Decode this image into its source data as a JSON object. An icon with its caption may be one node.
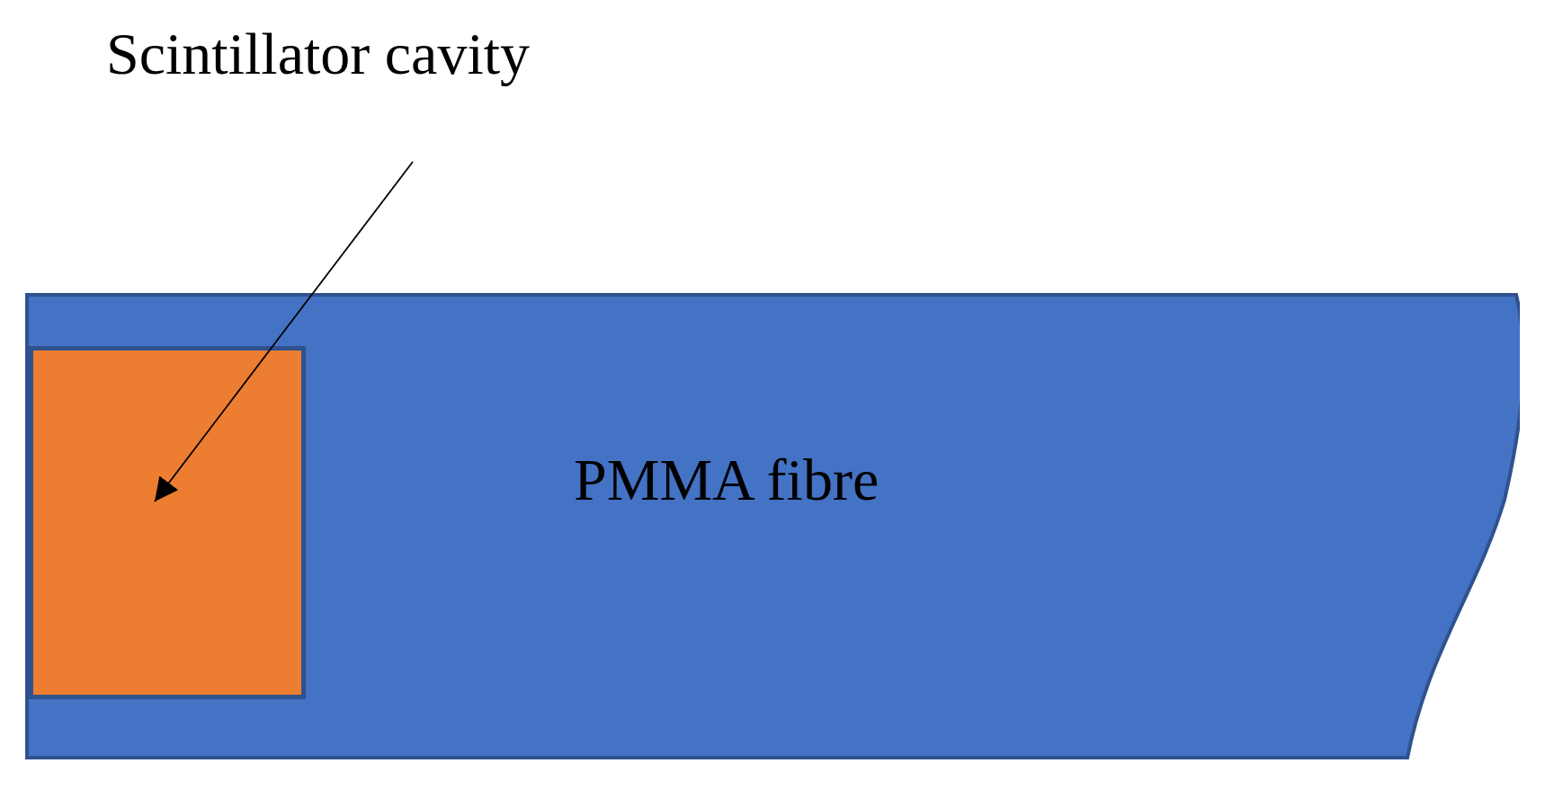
{
  "diagram": {
    "nodes": [
      {
        "text": [
          "Scintillator cavity"
        ]
      },
      {
        "text": [
          "PMMA fibre"
        ]
      },
      {
        "text": [],
        "shape": "box",
        "in": 1
      }
    ],
    "edges": [
      {
        "from": 0,
        "to": 2,
        "arrow": "to"
      }
    ]
  }
}
